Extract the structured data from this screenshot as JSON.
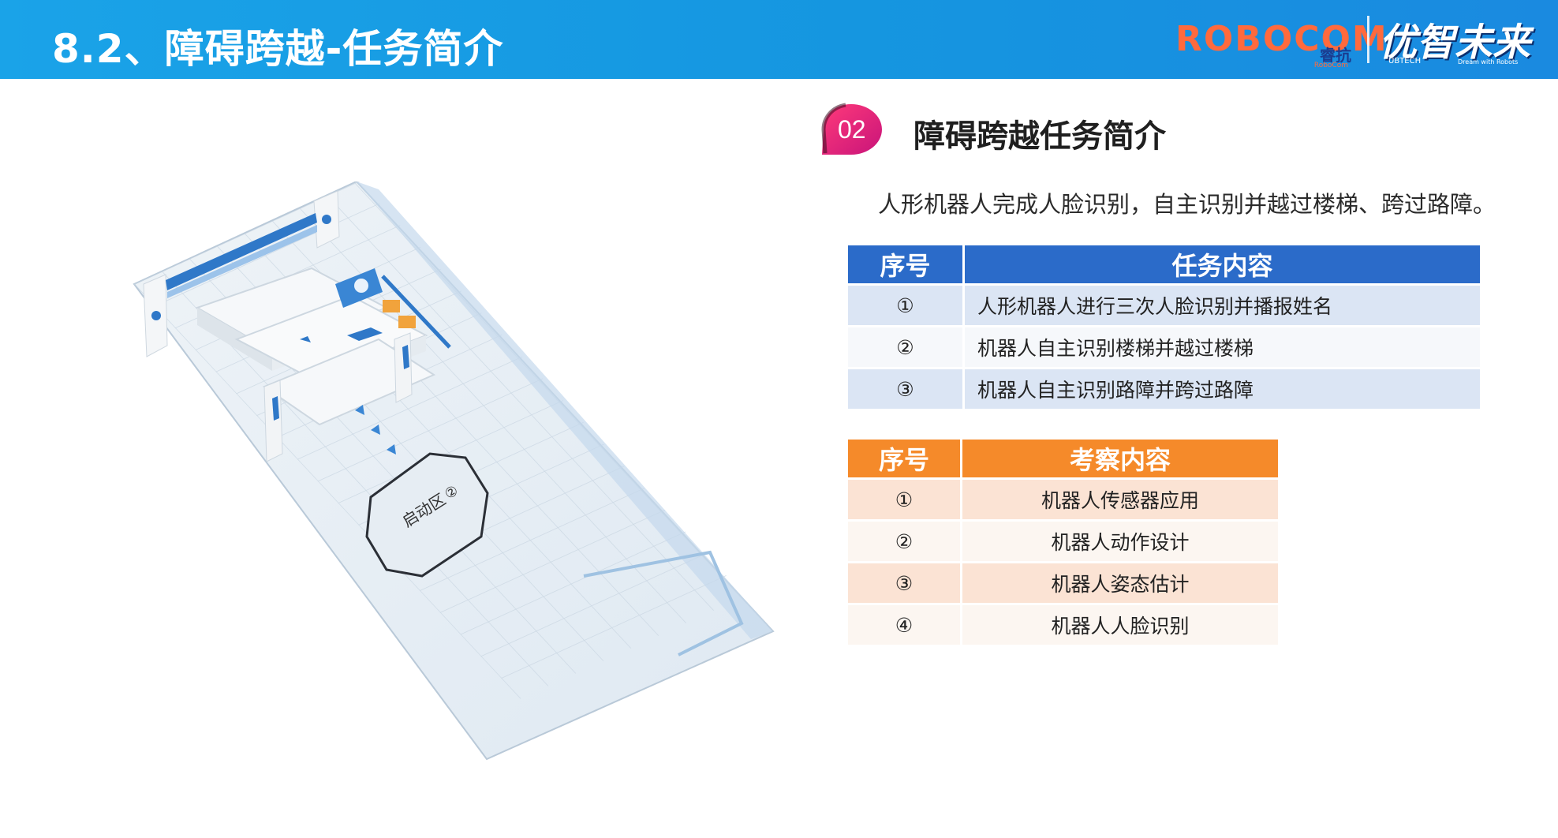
{
  "header": {
    "title": "8.2、障碍跨越-任务简介",
    "logo_robocom_text": "ROBOCOM",
    "logo_robocom_sub": "睿抗",
    "logo_robocom_tiny": "RoboCom",
    "logo_ubtech_main": "优智未来",
    "logo_ubtech_brand": "UBTECH",
    "logo_ubtech_slogan": "Dream with Robots"
  },
  "colors": {
    "header_blue": "#1a9be6",
    "table1_header": "#2b6bc9",
    "table2_header": "#f58a2a",
    "badge_start": "#ff3a7a",
    "badge_end": "#c8147a"
  },
  "section": {
    "badge_number": "02",
    "title": "障碍跨越任务简介",
    "intro": "人形机器人完成人脸识别，自主识别并越过楼梯、跨过路障。"
  },
  "illustration": {
    "start_zone_label": "启动区",
    "start_zone_marker": "②"
  },
  "task_table": {
    "headers": [
      "序号",
      "任务内容"
    ],
    "rows": [
      {
        "num": "①",
        "text": "人形机器人进行三次人脸识别并播报姓名"
      },
      {
        "num": "②",
        "text": "机器人自主识别楼梯并越过楼梯"
      },
      {
        "num": "③",
        "text": "机器人自主识别路障并跨过路障"
      }
    ]
  },
  "assess_table": {
    "headers": [
      "序号",
      "考察内容"
    ],
    "rows": [
      {
        "num": "①",
        "text": "机器人传感器应用"
      },
      {
        "num": "②",
        "text": "机器人动作设计"
      },
      {
        "num": "③",
        "text": "机器人姿态估计"
      },
      {
        "num": "④",
        "text": "机器人人脸识别"
      }
    ]
  }
}
